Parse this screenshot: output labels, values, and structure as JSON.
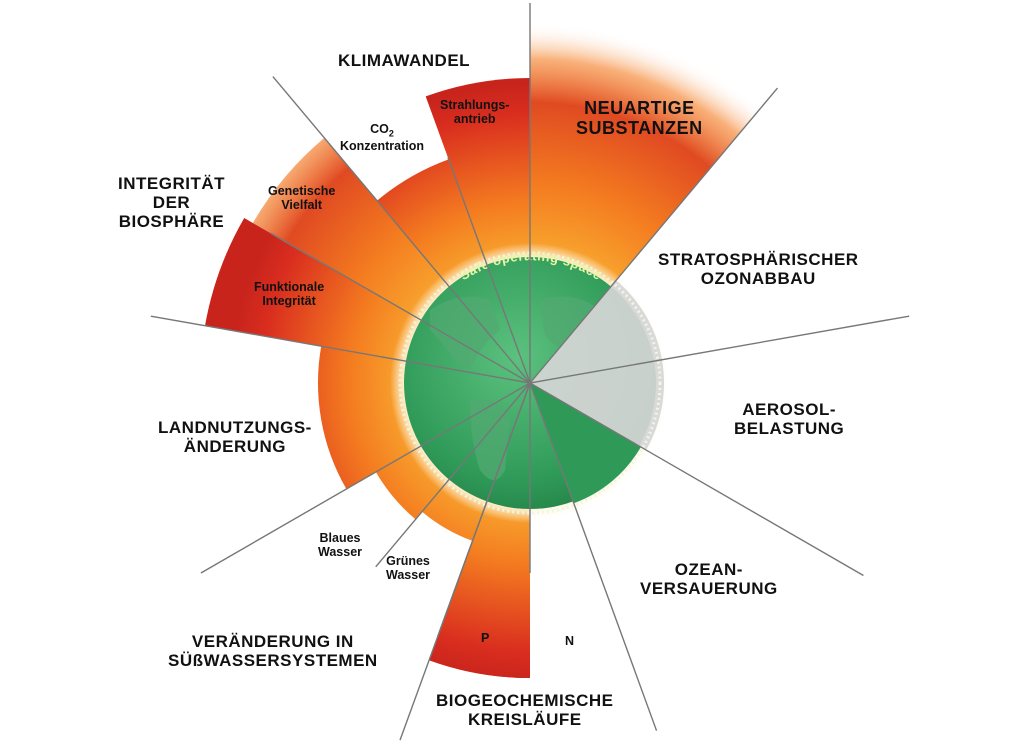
{
  "colors": {
    "safe_zone": "#2f9a58",
    "low_risk": "#f9b233",
    "mid_risk": "#f47c20",
    "high_risk": "#d92d1f",
    "guideline": "#777777",
    "boundary_ring": "#dcefcf"
  },
  "safe_space_label": "Safe operating space",
  "categories": [
    {
      "id": "klimawandel",
      "lines": [
        "KLIMAWANDEL"
      ]
    },
    {
      "id": "neuartige-substanzen",
      "lines": [
        "NEUARTIGE",
        "SUBSTANZEN"
      ]
    },
    {
      "id": "ozonabbau",
      "lines": [
        "STRATOSPHÄRISCHER",
        "OZONABBAU"
      ]
    },
    {
      "id": "aerosol",
      "lines": [
        "AEROSOL-",
        "BELASTUNG"
      ]
    },
    {
      "id": "ozeanversauerung",
      "lines": [
        "OZEAN-",
        "VERSAUERUNG"
      ]
    },
    {
      "id": "biogeochemie",
      "lines": [
        "BIOGEOCHEMISCHE",
        "KREISLÄUFE"
      ]
    },
    {
      "id": "suesswasser",
      "lines": [
        "VERÄNDERUNG IN",
        "SÜßWASSERSYSTEMEN"
      ]
    },
    {
      "id": "landnutzung",
      "lines": [
        "LANDNUTZUNGS-",
        "ÄNDERUNG"
      ]
    },
    {
      "id": "biosphaere",
      "lines": [
        "INTEGRITÄT",
        "DER",
        "BIOSPHÄRE"
      ]
    }
  ],
  "sub_labels": {
    "strahlungsantrieb": [
      "Strahlungs-",
      "antrieb"
    ],
    "co2": {
      "base": "CO",
      "subscript": "2",
      "line2": "Konzentration"
    },
    "genetische_vielfalt": [
      "Genetische",
      "Vielfalt"
    ],
    "funktionale_integritaet": [
      "Funktionale",
      "Integrität"
    ],
    "blaues_wasser": [
      "Blaues",
      "Wasser"
    ],
    "gruenes_wasser": [
      "Grünes",
      "Wasser"
    ],
    "phosphor": "P",
    "stickstoff": "N"
  }
}
